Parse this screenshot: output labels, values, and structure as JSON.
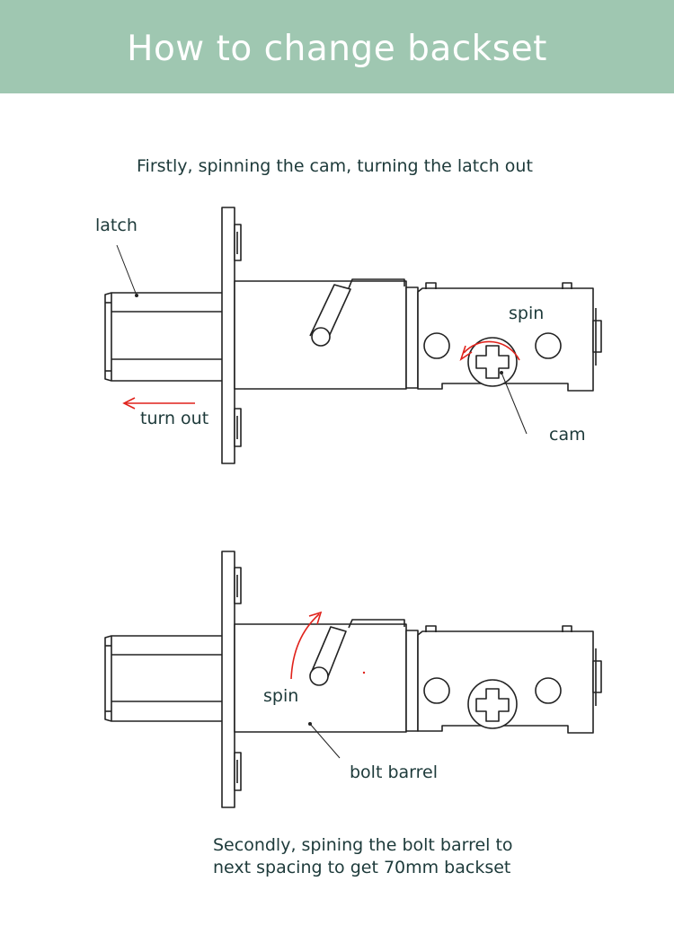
{
  "header": {
    "title": "How to change backset"
  },
  "step1": {
    "caption": "Firstly, spinning the cam, turning the latch out",
    "labels": {
      "latch": "latch",
      "turn_out": "turn out",
      "spin": "spin",
      "cam": "cam"
    }
  },
  "step2": {
    "caption_line1": "Secondly, spining the bolt barrel to",
    "caption_line2": "next spacing to get 70mm backset",
    "labels": {
      "spin": "spin",
      "bolt_barrel": "bolt barrel"
    }
  },
  "colors": {
    "banner": "#9fc7b1",
    "banner_text": "#ffffff",
    "text": "#1d3a3a",
    "line": "#222222",
    "arrow": "#e0221b"
  },
  "icons": {
    "arrow": "red-curved-arrow"
  }
}
